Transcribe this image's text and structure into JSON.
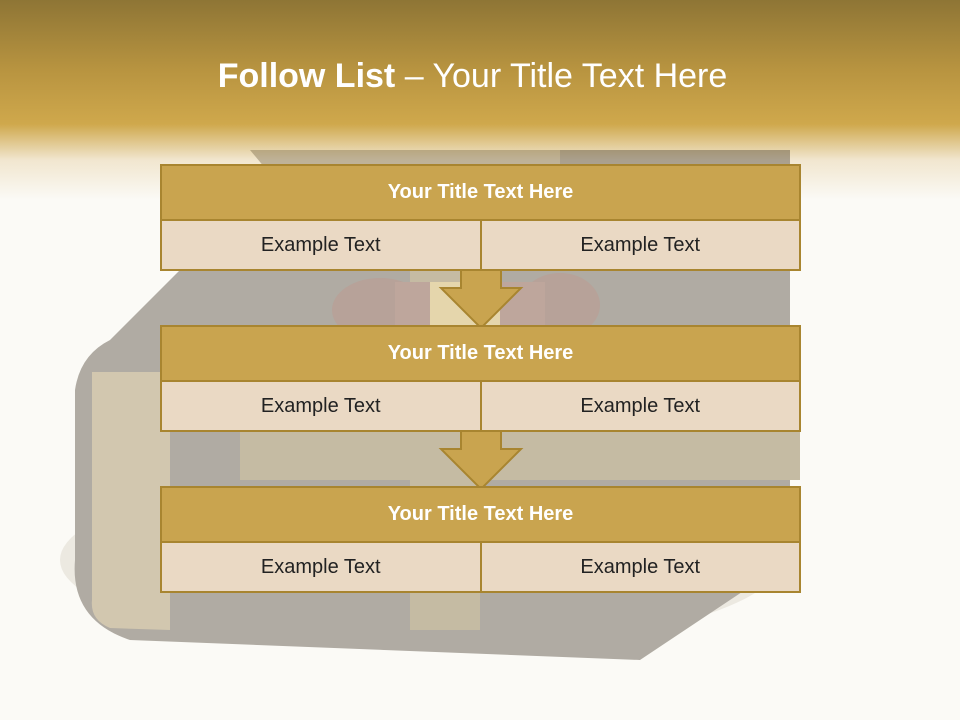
{
  "slide": {
    "title_bold": "Follow List",
    "title_rest": " – Your Title Text Here"
  },
  "steps": [
    {
      "title": "Your Title Text Here",
      "left": "Example Text",
      "right": "Example Text"
    },
    {
      "title": "Your Title Text Here",
      "left": "Example Text",
      "right": "Example Text"
    },
    {
      "title": "Your Title Text Here",
      "left": "Example Text",
      "right": "Example Text"
    }
  ],
  "colors": {
    "accent": "#c9a44f",
    "cell_fill": "#ead9c4",
    "border": "#a88530",
    "title_text": "#ffffff"
  }
}
